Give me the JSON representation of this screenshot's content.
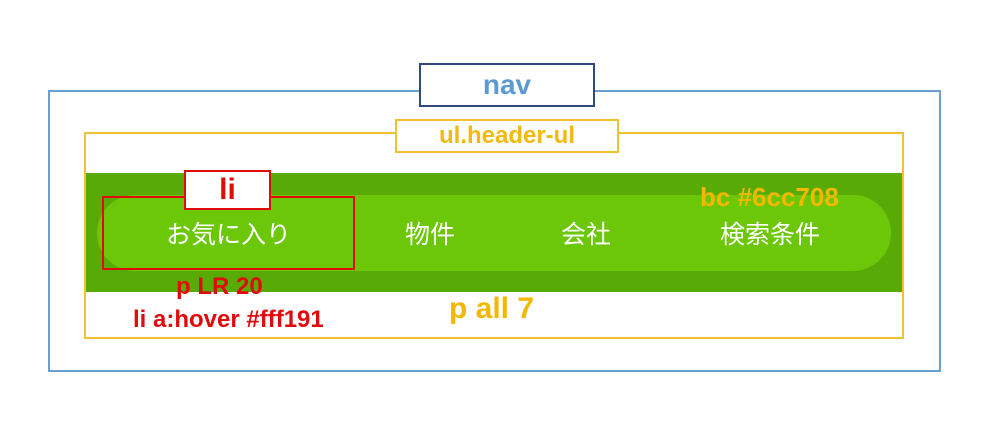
{
  "labels": {
    "nav": "nav",
    "ul": "ul.header-ul",
    "li": "li"
  },
  "menu": {
    "items": [
      {
        "label": "お気に入り"
      },
      {
        "label": "物件"
      },
      {
        "label": "会社"
      },
      {
        "label": "検索条件"
      }
    ]
  },
  "annotations": {
    "background_color": "bc #6cc708",
    "ul_padding": "p all 7",
    "li_padding": "p LR 20",
    "hover_color": "li a:hover #fff191"
  },
  "colors": {
    "nav_border": "#6a9fd0",
    "ul_border": "#f2c12e",
    "li_border": "#e00b0b",
    "band": "#58ab07",
    "pill": "#6cc708",
    "hover": "#fff191"
  }
}
